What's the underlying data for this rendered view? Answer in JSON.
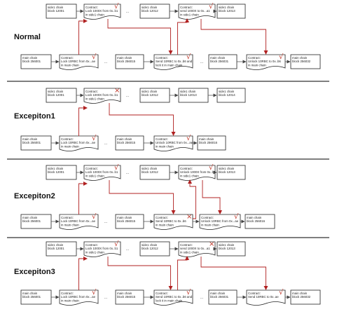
{
  "colors": {
    "arrow": "#b02020",
    "mark": "#c0392b",
    "border": "#222222"
  },
  "sections": [
    {
      "title": "Normal",
      "top_row": [
        {
          "kind": "box",
          "lines": [
            "side1 chain",
            "block 12001"
          ]
        },
        {
          "kind": "doc",
          "lines": [
            "Contract:",
            "Lock 1000X from 0x..b1",
            "in side1 chain"
          ],
          "mark": "check"
        },
        {
          "kind": "dots",
          "text": "..."
        },
        {
          "kind": "box",
          "lines": [
            "side1 chain",
            "block 12012"
          ]
        },
        {
          "kind": "doc",
          "lines": [
            "Contract:",
            "send 1000X to 0x...a1",
            "in side1 chain"
          ],
          "mark": "check"
        },
        {
          "kind": "box",
          "lines": [
            "side1 chain",
            "block 12013"
          ]
        }
      ],
      "bottom_row": [
        {
          "kind": "box",
          "lines": [
            "main chain",
            "block 256001"
          ]
        },
        {
          "kind": "doc",
          "lines": [
            "Contract:",
            "Lock 10RBC from 0x...ae",
            "in main chain"
          ],
          "mark": "check"
        },
        {
          "kind": "dots",
          "text": "..."
        },
        {
          "kind": "box",
          "lines": [
            "main chain",
            "block 256015"
          ]
        },
        {
          "kind": "doc",
          "lines": [
            "Contract:",
            "Send 10RBC to 0x..b6 and",
            "lock it in main chain"
          ],
          "mark": "check"
        },
        {
          "kind": "dots",
          "text": "..."
        },
        {
          "kind": "box",
          "lines": [
            "main chain",
            "block 256031"
          ]
        },
        {
          "kind": "doc",
          "lines": [
            "Contract:",
            "Unlock 10RBC to 0x..b6",
            "in main chain"
          ],
          "mark": "check"
        },
        {
          "kind": "box",
          "lines": [
            "main chain",
            "block 256032"
          ]
        }
      ]
    },
    {
      "title": "Excepiton1",
      "top_row": [
        {
          "kind": "box",
          "lines": [
            "side1 chain",
            "block 12001"
          ]
        },
        {
          "kind": "doc",
          "lines": [
            "Contract:",
            "Lock 1000X from 0x..b1",
            "in side1 chain"
          ],
          "mark": "cross"
        },
        {
          "kind": "dots",
          "text": "..."
        },
        {
          "kind": "box",
          "lines": [
            "side1 chain",
            "block 12012"
          ]
        },
        {
          "kind": "box",
          "lines": [
            "side1 chain",
            "block 12013"
          ]
        },
        {
          "kind": "box",
          "lines": [
            "side1 chain",
            "block 12014"
          ]
        }
      ],
      "bottom_row": [
        {
          "kind": "box",
          "lines": [
            "main chain",
            "block 256001"
          ]
        },
        {
          "kind": "doc",
          "lines": [
            "Contract:",
            "Lock 10RBC from 0x...ae",
            "in main chain"
          ],
          "mark": "check"
        },
        {
          "kind": "dots",
          "text": "..."
        },
        {
          "kind": "box",
          "lines": [
            "main chain",
            "block 256015"
          ]
        },
        {
          "kind": "doc",
          "lines": [
            "Contract:",
            "Unlock 10RBC from 0x...ae",
            "in main chain"
          ],
          "mark": "check"
        },
        {
          "kind": "box",
          "lines": [
            "main chain",
            "block 256016"
          ]
        }
      ]
    },
    {
      "title": "Excepiton2",
      "top_row": [
        {
          "kind": "box",
          "lines": [
            "side1 chain",
            "block 12001"
          ]
        },
        {
          "kind": "doc",
          "lines": [
            "Contract:",
            "Lock 1000X from 0x..b1",
            "in side1 chain"
          ],
          "mark": "check"
        },
        {
          "kind": "dots",
          "text": "..."
        },
        {
          "kind": "box",
          "lines": [
            "side1 chain",
            "block 12012"
          ]
        },
        {
          "kind": "doc",
          "lines": [
            "Contract:",
            "Unlock 1000X from 0x..b1",
            "in side1 chain"
          ],
          "mark": "check"
        },
        {
          "kind": "box",
          "lines": [
            "side1 chain",
            "block 12013"
          ]
        }
      ],
      "bottom_row": [
        {
          "kind": "box",
          "lines": [
            "main chain",
            "block 256001"
          ]
        },
        {
          "kind": "doc",
          "lines": [
            "Contract:",
            "Lock 10RBC from 0x...ae",
            "in main chain"
          ],
          "mark": "check"
        },
        {
          "kind": "dots",
          "text": "..."
        },
        {
          "kind": "box",
          "lines": [
            "main chain",
            "block 256015"
          ]
        },
        {
          "kind": "doc",
          "lines": [
            "Contract:",
            "Send 10RBC to 0x..b6",
            "in main chain"
          ],
          "mark": "cross"
        },
        {
          "kind": "doc",
          "lines": [
            "Contract:",
            "Unlock 10RBC from 0x...ae",
            "in main chain"
          ],
          "mark": "check"
        },
        {
          "kind": "box",
          "lines": [
            "main chain",
            "block 256016"
          ]
        }
      ]
    },
    {
      "title": "Excepiton3",
      "top_row": [
        {
          "kind": "box",
          "lines": [
            "side1 chain",
            "block 12001"
          ]
        },
        {
          "kind": "doc",
          "lines": [
            "Contract:",
            "Lock 1000X from 0x..b1",
            "in side1 chain"
          ],
          "mark": "check"
        },
        {
          "kind": "dots",
          "text": "..."
        },
        {
          "kind": "box",
          "lines": [
            "side1 chain",
            "block 12012"
          ]
        },
        {
          "kind": "doc",
          "lines": [
            "Contract:",
            "send 1000X to 0x...a1",
            "in side1 chain"
          ],
          "mark": "cross"
        },
        {
          "kind": "box",
          "lines": [
            "side1 chain",
            "block 12013"
          ]
        }
      ],
      "bottom_row": [
        {
          "kind": "box",
          "lines": [
            "main chain",
            "block 256001"
          ]
        },
        {
          "kind": "doc",
          "lines": [
            "Contract:",
            "Lock 10RBC from 0x...ae",
            "in main chain"
          ],
          "mark": "check"
        },
        {
          "kind": "dots",
          "text": "..."
        },
        {
          "kind": "box",
          "lines": [
            "main chain",
            "block 256015"
          ]
        },
        {
          "kind": "doc",
          "lines": [
            "Contract:",
            "Send 10RBC to 0x..b6 and",
            "lock it in main chain"
          ],
          "mark": "check"
        },
        {
          "kind": "dots",
          "text": "..."
        },
        {
          "kind": "box",
          "lines": [
            "main chain",
            "block 256031"
          ]
        },
        {
          "kind": "doc",
          "lines": [
            "Contract:",
            "Send 10RBC to 0x..ae"
          ],
          "mark": "check"
        },
        {
          "kind": "box",
          "lines": [
            "main chain",
            "block 256032"
          ]
        }
      ]
    }
  ],
  "glyphs": {
    "check": "√",
    "cross": "×"
  }
}
